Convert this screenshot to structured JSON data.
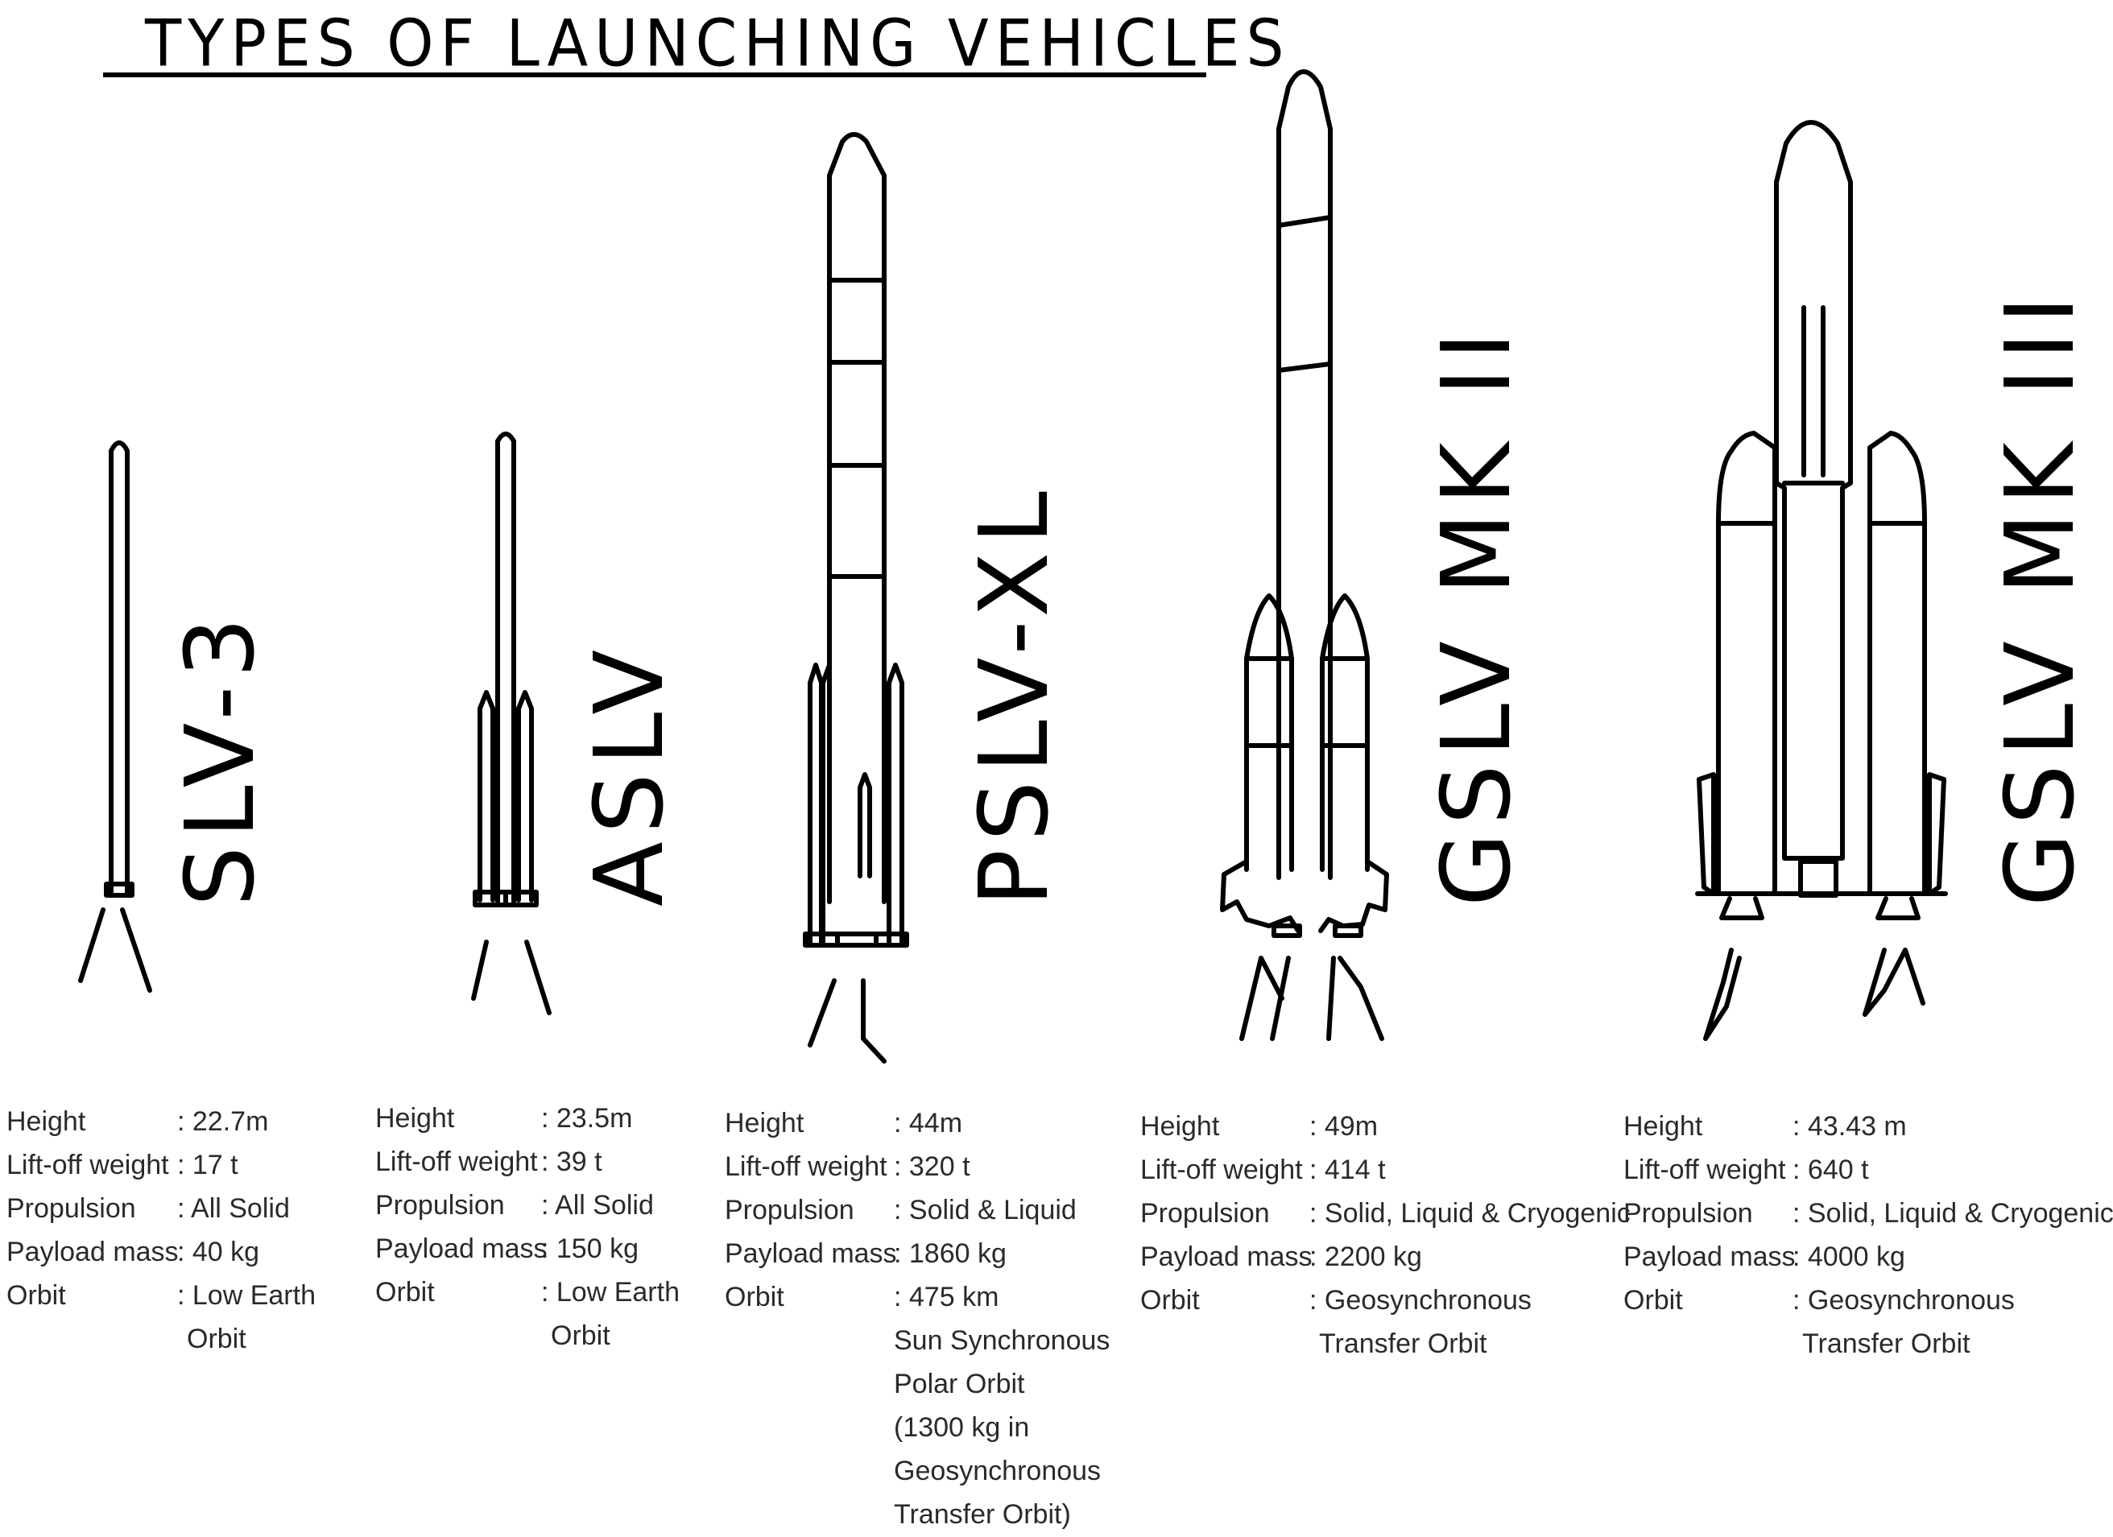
{
  "title": "TYPES OF LAUNCHING VEHICLES",
  "vehicles": [
    {
      "name": "SLV-3",
      "specs": [
        {
          "label": "Height",
          "value": ": 22.7m"
        },
        {
          "label": "Lift-off weight",
          "value": ": 17 t"
        },
        {
          "label": "Propulsion",
          "value": ": All Solid"
        },
        {
          "label": "Payload mass",
          "value": ": 40 kg"
        },
        {
          "label": "Orbit",
          "value": ": Low Earth"
        }
      ],
      "orbit_more": [
        "Orbit"
      ]
    },
    {
      "name": "ASLV",
      "specs": [
        {
          "label": "Height",
          "value": ": 23.5m"
        },
        {
          "label": "Lift-off weight",
          "value": ": 39 t"
        },
        {
          "label": "Propulsion",
          "value": ": All Solid"
        },
        {
          "label": "Payload mass",
          "value": ": 150 kg"
        },
        {
          "label": "Orbit",
          "value": ": Low Earth"
        }
      ],
      "orbit_more": [
        "Orbit"
      ]
    },
    {
      "name": "PSLV-XL",
      "specs": [
        {
          "label": "Height",
          "value": ": 44m"
        },
        {
          "label": "Lift-off weight",
          "value": ": 320 t"
        },
        {
          "label": "Propulsion",
          "value": ": Solid & Liquid"
        },
        {
          "label": "Payload mass",
          "value": ": 1860  kg"
        },
        {
          "label": "Orbit",
          "value": ": 475 km"
        }
      ],
      "orbit_more": [
        "Sun Synchronous",
        "Polar Orbit",
        "(1300 kg in",
        "Geosynchronous",
        "Transfer  Orbit)"
      ]
    },
    {
      "name": "GSLV MK II",
      "specs": [
        {
          "label": "Height",
          "value": ": 49m"
        },
        {
          "label": "Lift-off weight",
          "value": ": 414  t"
        },
        {
          "label": "Propulsion",
          "value": ": Solid, Liquid & Cryogenic"
        },
        {
          "label": "Payload mass",
          "value": ": 2200  kg"
        },
        {
          "label": "Orbit",
          "value": ": Geosynchronous"
        }
      ],
      "orbit_more": [
        "Transfer Orbit"
      ]
    },
    {
      "name": "GSLV MK III",
      "specs": [
        {
          "label": "Height",
          "value": ": 43.43 m"
        },
        {
          "label": "Lift-off weight",
          "value": ": 640 t"
        },
        {
          "label": "Propulsion",
          "value": ": Solid, Liquid & Cryogenic"
        },
        {
          "label": "Payload mass",
          "value": ": 4000  kg"
        },
        {
          "label": "Orbit",
          "value": ": Geosynchronous"
        }
      ],
      "orbit_more": [
        "Transfer Orbit"
      ]
    }
  ]
}
